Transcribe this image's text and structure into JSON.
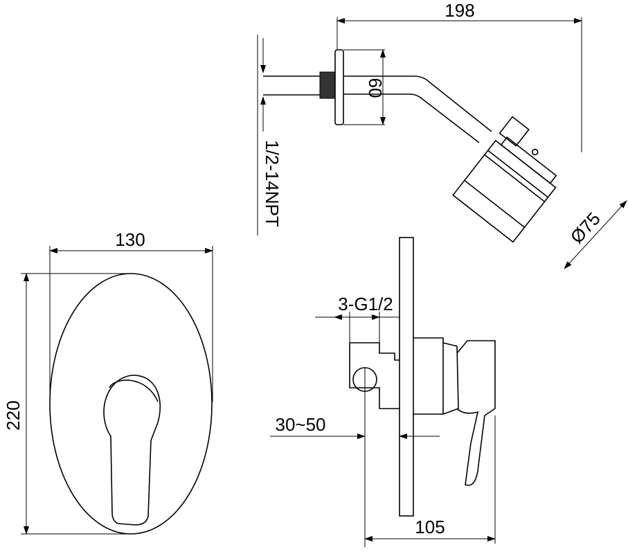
{
  "drawing": {
    "dimensions": {
      "arm_length": "198",
      "flange_height": "60",
      "thread": "1/2-14NPT",
      "head_diameter": "Ø75",
      "plate_width": "130",
      "plate_height": "220",
      "inlets": "3-G1/2",
      "wall_depth": "30~50",
      "valve_depth": "105"
    },
    "colors": {
      "line": "#000000",
      "background": "#ffffff"
    }
  }
}
